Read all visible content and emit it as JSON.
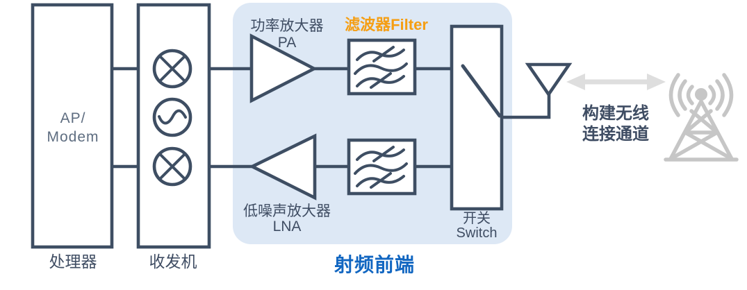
{
  "palette": {
    "stroke": "#3e4e63",
    "text-dark": "#3f4d63",
    "text-muted": "#5e6d80",
    "panel": "#dde8f5",
    "orange": "#f59e13",
    "blue": "#1166c1",
    "arrow": "#dedede",
    "tower": "#c6c6c6",
    "bg": "#ffffff"
  },
  "labels": {
    "ap_modem_line1": "AP/",
    "ap_modem_line2": "Modem",
    "processor": "处理器",
    "transceiver": "收发机",
    "pa_cn": "功率放大器",
    "pa_en": "PA",
    "filter": "滤波器Filter",
    "lna_cn": "低噪声放大器",
    "lna_en": "LNA",
    "switch_cn": "开关",
    "switch_en": "Switch",
    "rf_front_end": "射频前端",
    "wireless_line1": "构建无线",
    "wireless_line2": "连接通道"
  },
  "icons": {
    "mixer_top": "mixer-circle-x",
    "oscillator": "oscillator-circle-sine",
    "mixer_bottom": "mixer-circle-x",
    "pa": "amplifier-triangle-right",
    "lna": "amplifier-triangle-left",
    "filter_tx": "filter-wave-box",
    "filter_rx": "filter-wave-box",
    "switch": "spst-switch",
    "antenna": "antenna-funnel",
    "link_arrow": "double-headed-arrow",
    "base_station": "radio-tower"
  }
}
